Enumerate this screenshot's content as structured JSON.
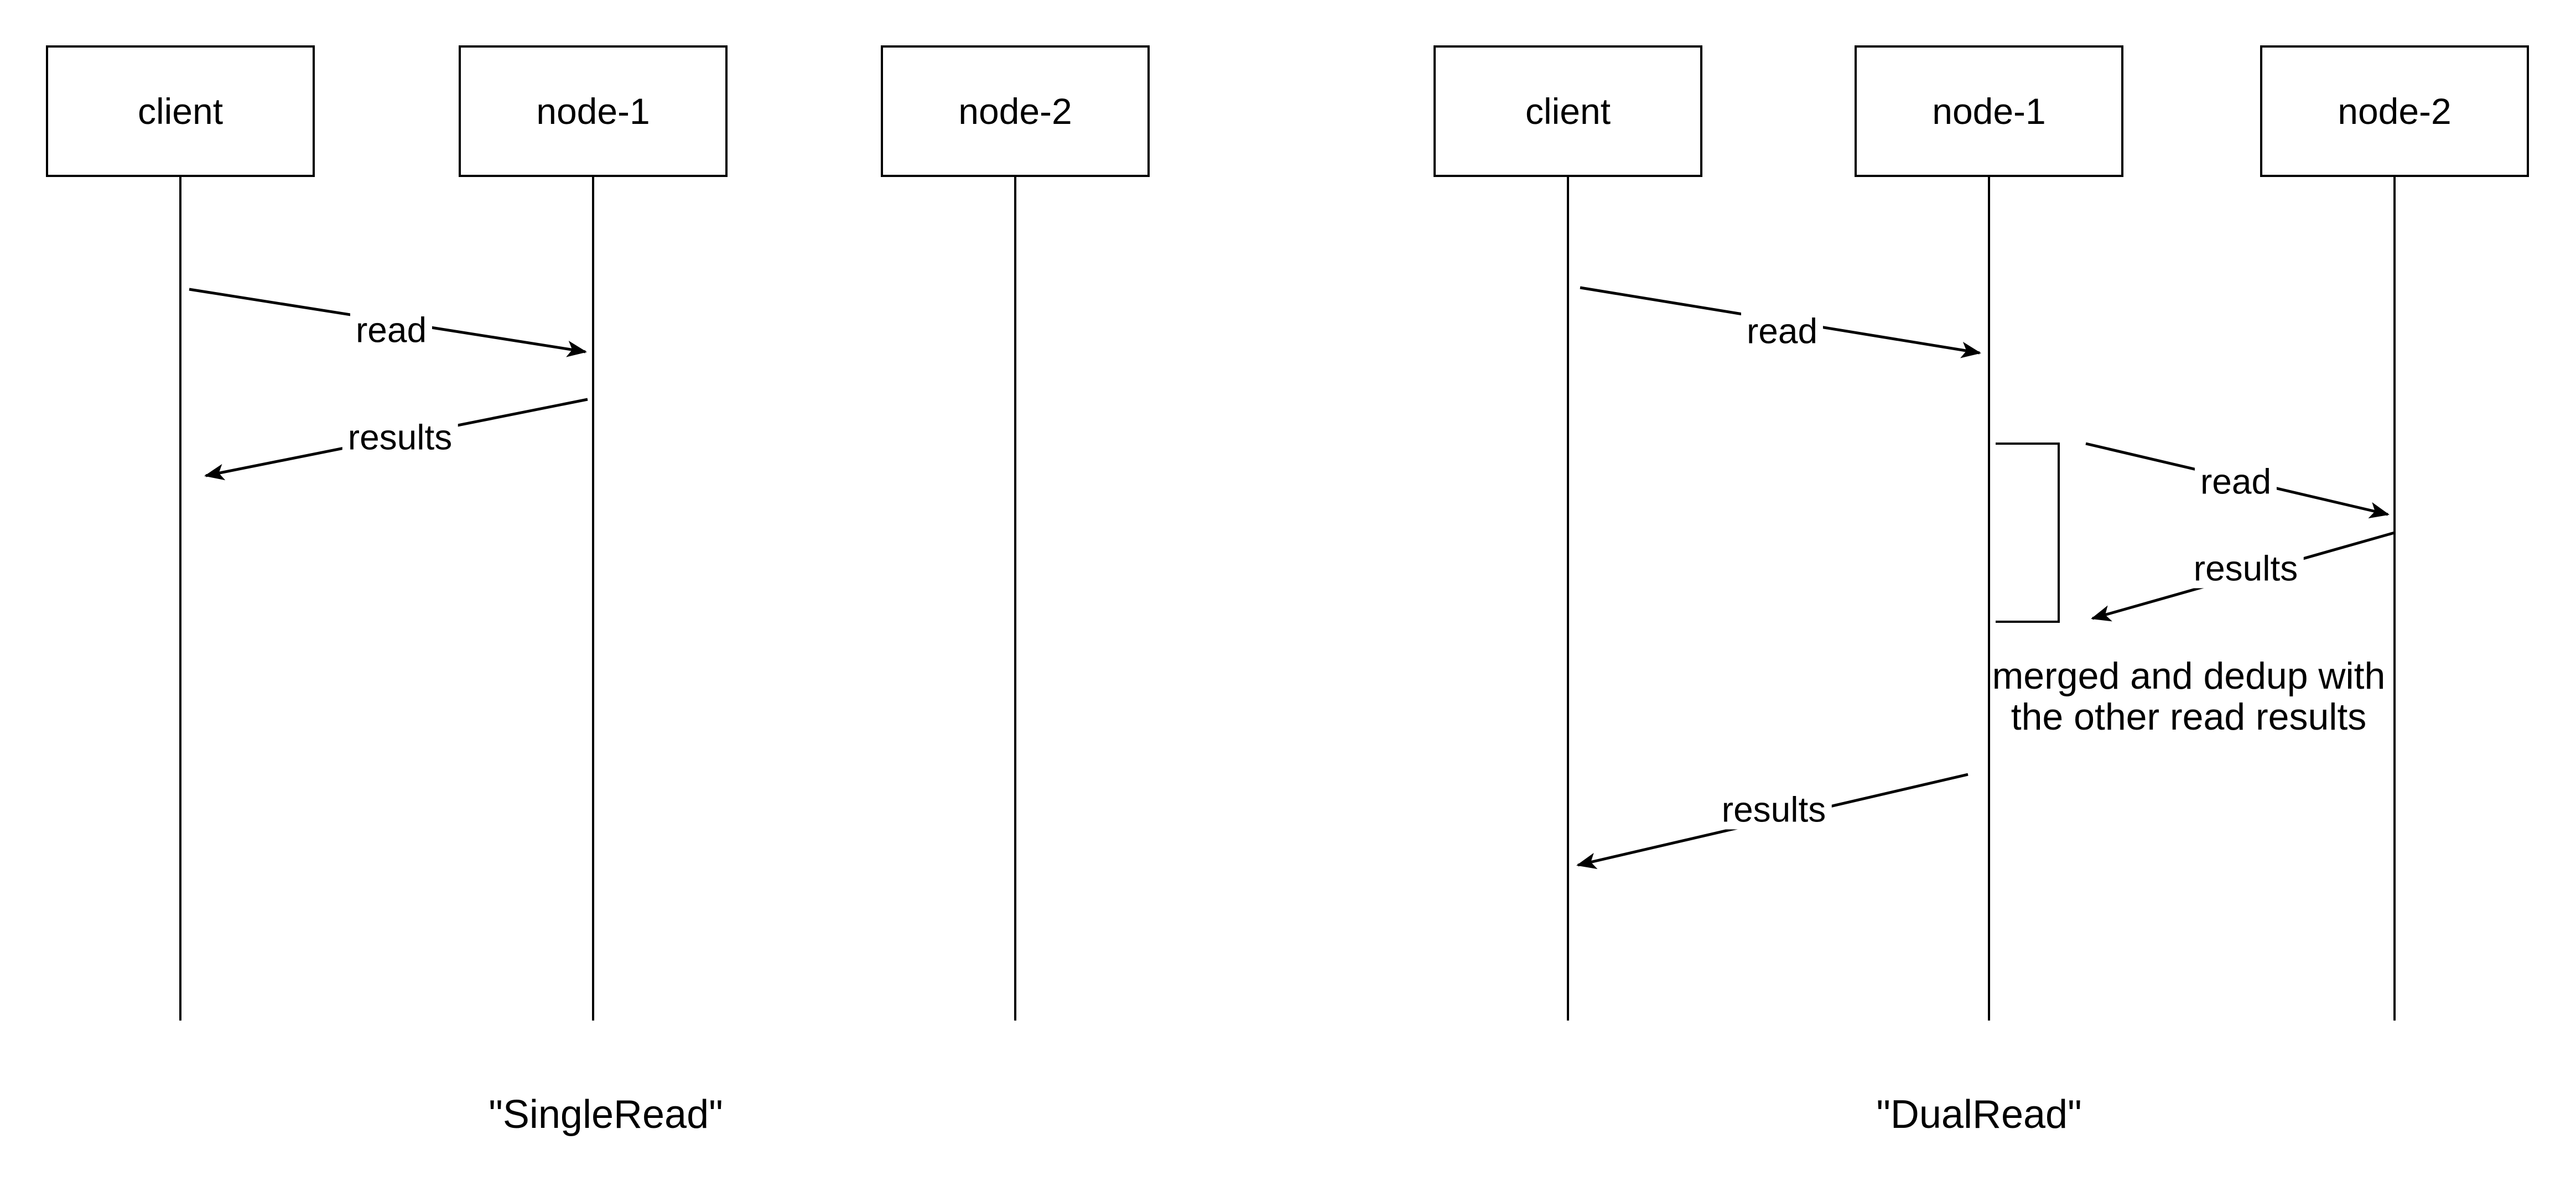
{
  "canvas": {
    "background_color": "#ffffff",
    "ink_color": "#000000"
  },
  "left_diagram": {
    "caption": "\"SingleRead\"",
    "actors": {
      "client": "client",
      "node1": "node-1",
      "node2": "node-2"
    },
    "messages": {
      "read": "read",
      "results": "results"
    }
  },
  "right_diagram": {
    "caption": "\"DualRead\"",
    "actors": {
      "client": "client",
      "node1": "node-1",
      "node2": "node-2"
    },
    "messages": {
      "read_client_to_node1": "read",
      "read_node1_to_node2": "read",
      "results_node2_to_node1": "results",
      "results_node1_to_client": "results"
    },
    "note_line1": "merged and dedup with",
    "note_line2": "the other read results"
  }
}
